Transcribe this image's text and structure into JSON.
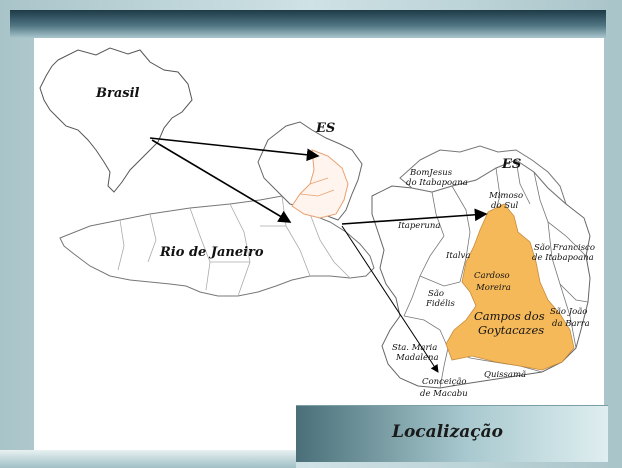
{
  "title": "Localização",
  "labels": {
    "brasil": "Brasil",
    "es_small": "ES",
    "rio": "Rio de Janeiro",
    "es_big": "ES",
    "bomjesus": [
      "BomJesus",
      "do Itabapoana"
    ],
    "mimoso": [
      "Mimoso",
      "do Sul"
    ],
    "itaperuna": "Itaperuna",
    "italva": "Italva",
    "sao_francisco": [
      "São Francisco",
      "de Itabapoana"
    ],
    "cardoso": [
      "Cardoso",
      "Moreira"
    ],
    "sao_fidelis": [
      "São",
      "Fidélis"
    ],
    "campos": [
      "Campos dos",
      "Goytacazes"
    ],
    "sao_joao": [
      "São João",
      "da Barra"
    ],
    "sta_maria": [
      "Sta. Maria",
      "Madalena"
    ],
    "quissama": "Quissamã",
    "conceicao": [
      "Conceição",
      "de Macabu"
    ]
  },
  "colors": {
    "highlight": "#f5b95a",
    "outline": "#6b6b6b",
    "arrow": "#000000",
    "es_outline": "#e8a070"
  }
}
